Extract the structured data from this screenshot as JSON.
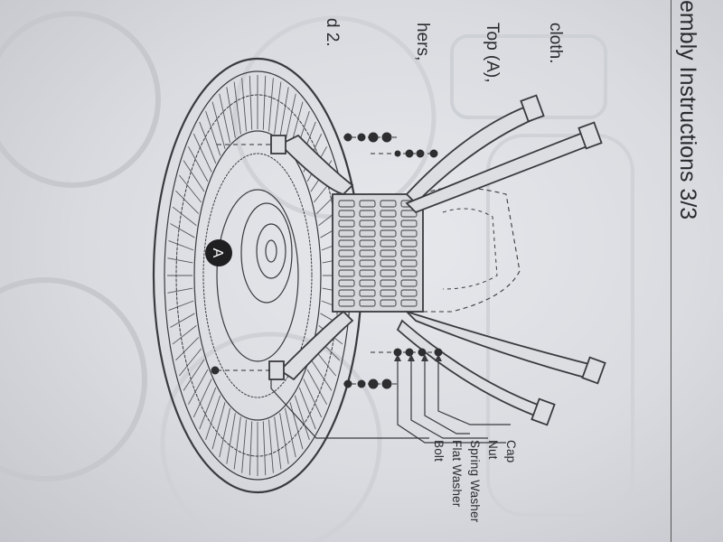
{
  "header": {
    "title": "embly Instructions 3/3"
  },
  "left_text": {
    "fragments": [
      "cloth.",
      "Top (A),",
      "hers,",
      "d 2."
    ]
  },
  "diagram": {
    "part_marker": "A",
    "hardware_labels": [
      "Cap",
      "Nut",
      "Spring Washer",
      "Flat Washer",
      "Bolt"
    ]
  }
}
